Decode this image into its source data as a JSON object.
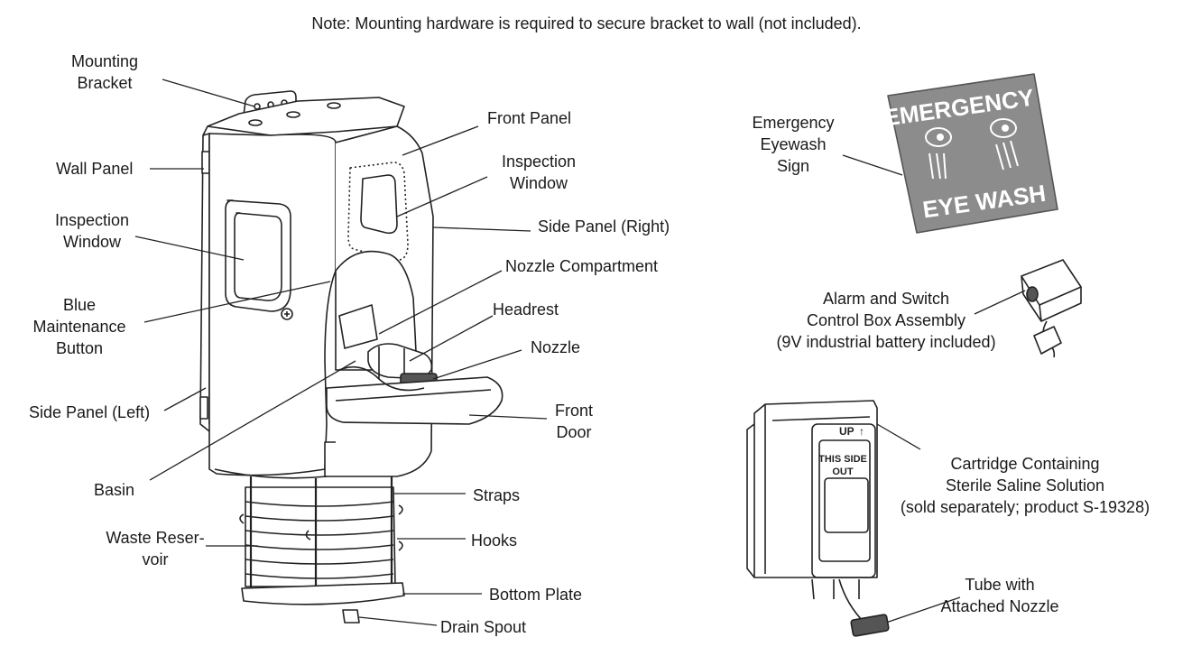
{
  "note": "Note: Mounting hardware is required to secure bracket to wall (not included).",
  "labels": {
    "mounting_bracket": [
      "Mounting",
      "Bracket"
    ],
    "wall_panel": "Wall Panel",
    "inspection_window_left": [
      "Inspection",
      "Window"
    ],
    "blue_maintenance_button": [
      "Blue",
      "Maintenance",
      "Button"
    ],
    "side_panel_left": "Side Panel (Left)",
    "basin": "Basin",
    "waste_reservoir": [
      "Waste Reser-",
      "voir"
    ],
    "front_panel": "Front Panel",
    "inspection_window_right": [
      "Inspection",
      "Window"
    ],
    "side_panel_right": "Side Panel (Right)",
    "nozzle_compartment": "Nozzle Compartment",
    "headrest": "Headrest",
    "nozzle": "Nozzle",
    "front_door": [
      "Front",
      "Door"
    ],
    "straps": "Straps",
    "hooks": "Hooks",
    "bottom_plate": "Bottom Plate",
    "drain_spout": "Drain Spout",
    "emergency_sign": [
      "Emergency",
      "Eyewash",
      "Sign"
    ],
    "alarm_box": [
      "Alarm and Switch",
      "Control Box Assembly",
      "(9V industrial battery included)"
    ],
    "cartridge": [
      "Cartridge Containing",
      "Sterile Saline Solution",
      "(sold separately; product S-19328)"
    ],
    "tube_nozzle": [
      "Tube with",
      "Attached Nozzle"
    ]
  },
  "sign": {
    "top_text": "EMERGENCY",
    "bottom_text": "EYE WASH",
    "color": "#8c8c8c"
  },
  "cartridge_text": {
    "up": "UP",
    "side": [
      "THIS SIDE",
      "OUT"
    ]
  }
}
